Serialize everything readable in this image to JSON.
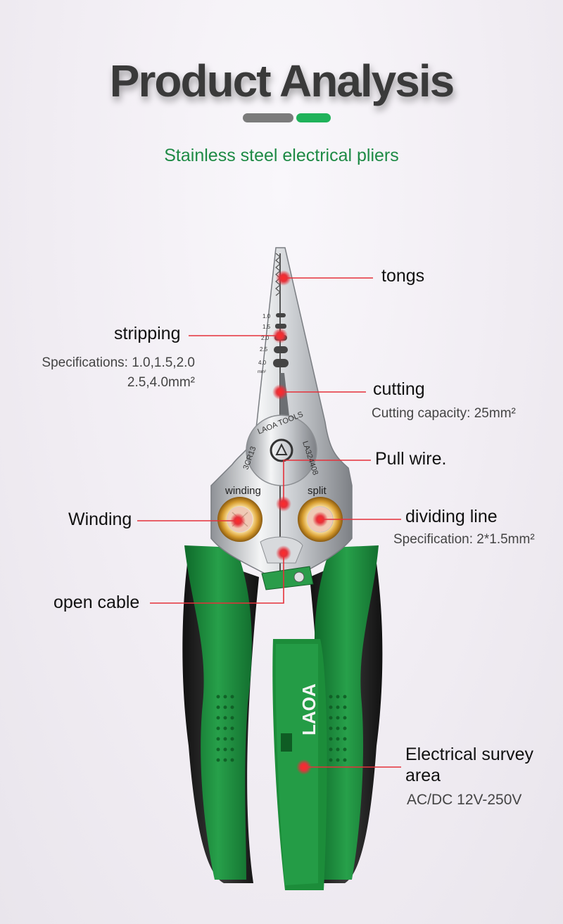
{
  "header": {
    "title": "Product Analysis",
    "subtitle": "Stainless steel electrical pliers"
  },
  "product": {
    "brand": "LAOA",
    "engraving_brand": "LAOA TOOLS",
    "engraving_model": "LA324408",
    "engraving_steel": "3CR13",
    "strip_marks": [
      "1.0",
      "1.5",
      "2.0",
      "2.5",
      "4.0",
      "mm²"
    ],
    "hole_left_label": "winding",
    "hole_right_label": "split"
  },
  "callouts": {
    "tongs": {
      "label": "tongs"
    },
    "stripping": {
      "label": "stripping",
      "spec_line1": "Specifications: 1.0,1.5,2.0",
      "spec_line2": "2.5,4.0mm²"
    },
    "cutting": {
      "label": "cutting",
      "spec": "Cutting capacity: 25mm²"
    },
    "pull_wire": {
      "label": "Pull  wire."
    },
    "winding": {
      "label": "Winding"
    },
    "dividing_line": {
      "label": "dividing line",
      "spec": "Specification: 2*1.5mm²"
    },
    "open_cable": {
      "label": "open cable"
    },
    "survey": {
      "label_line1": "Electrical survey",
      "label_line2": "area",
      "spec": "AC/DC 12V-250V"
    }
  },
  "colors": {
    "accent_green": "#1fb25a",
    "handle_green": "#1f8f3c",
    "callout_red": "#e5313a",
    "subtitle_green": "#1e8a45"
  }
}
